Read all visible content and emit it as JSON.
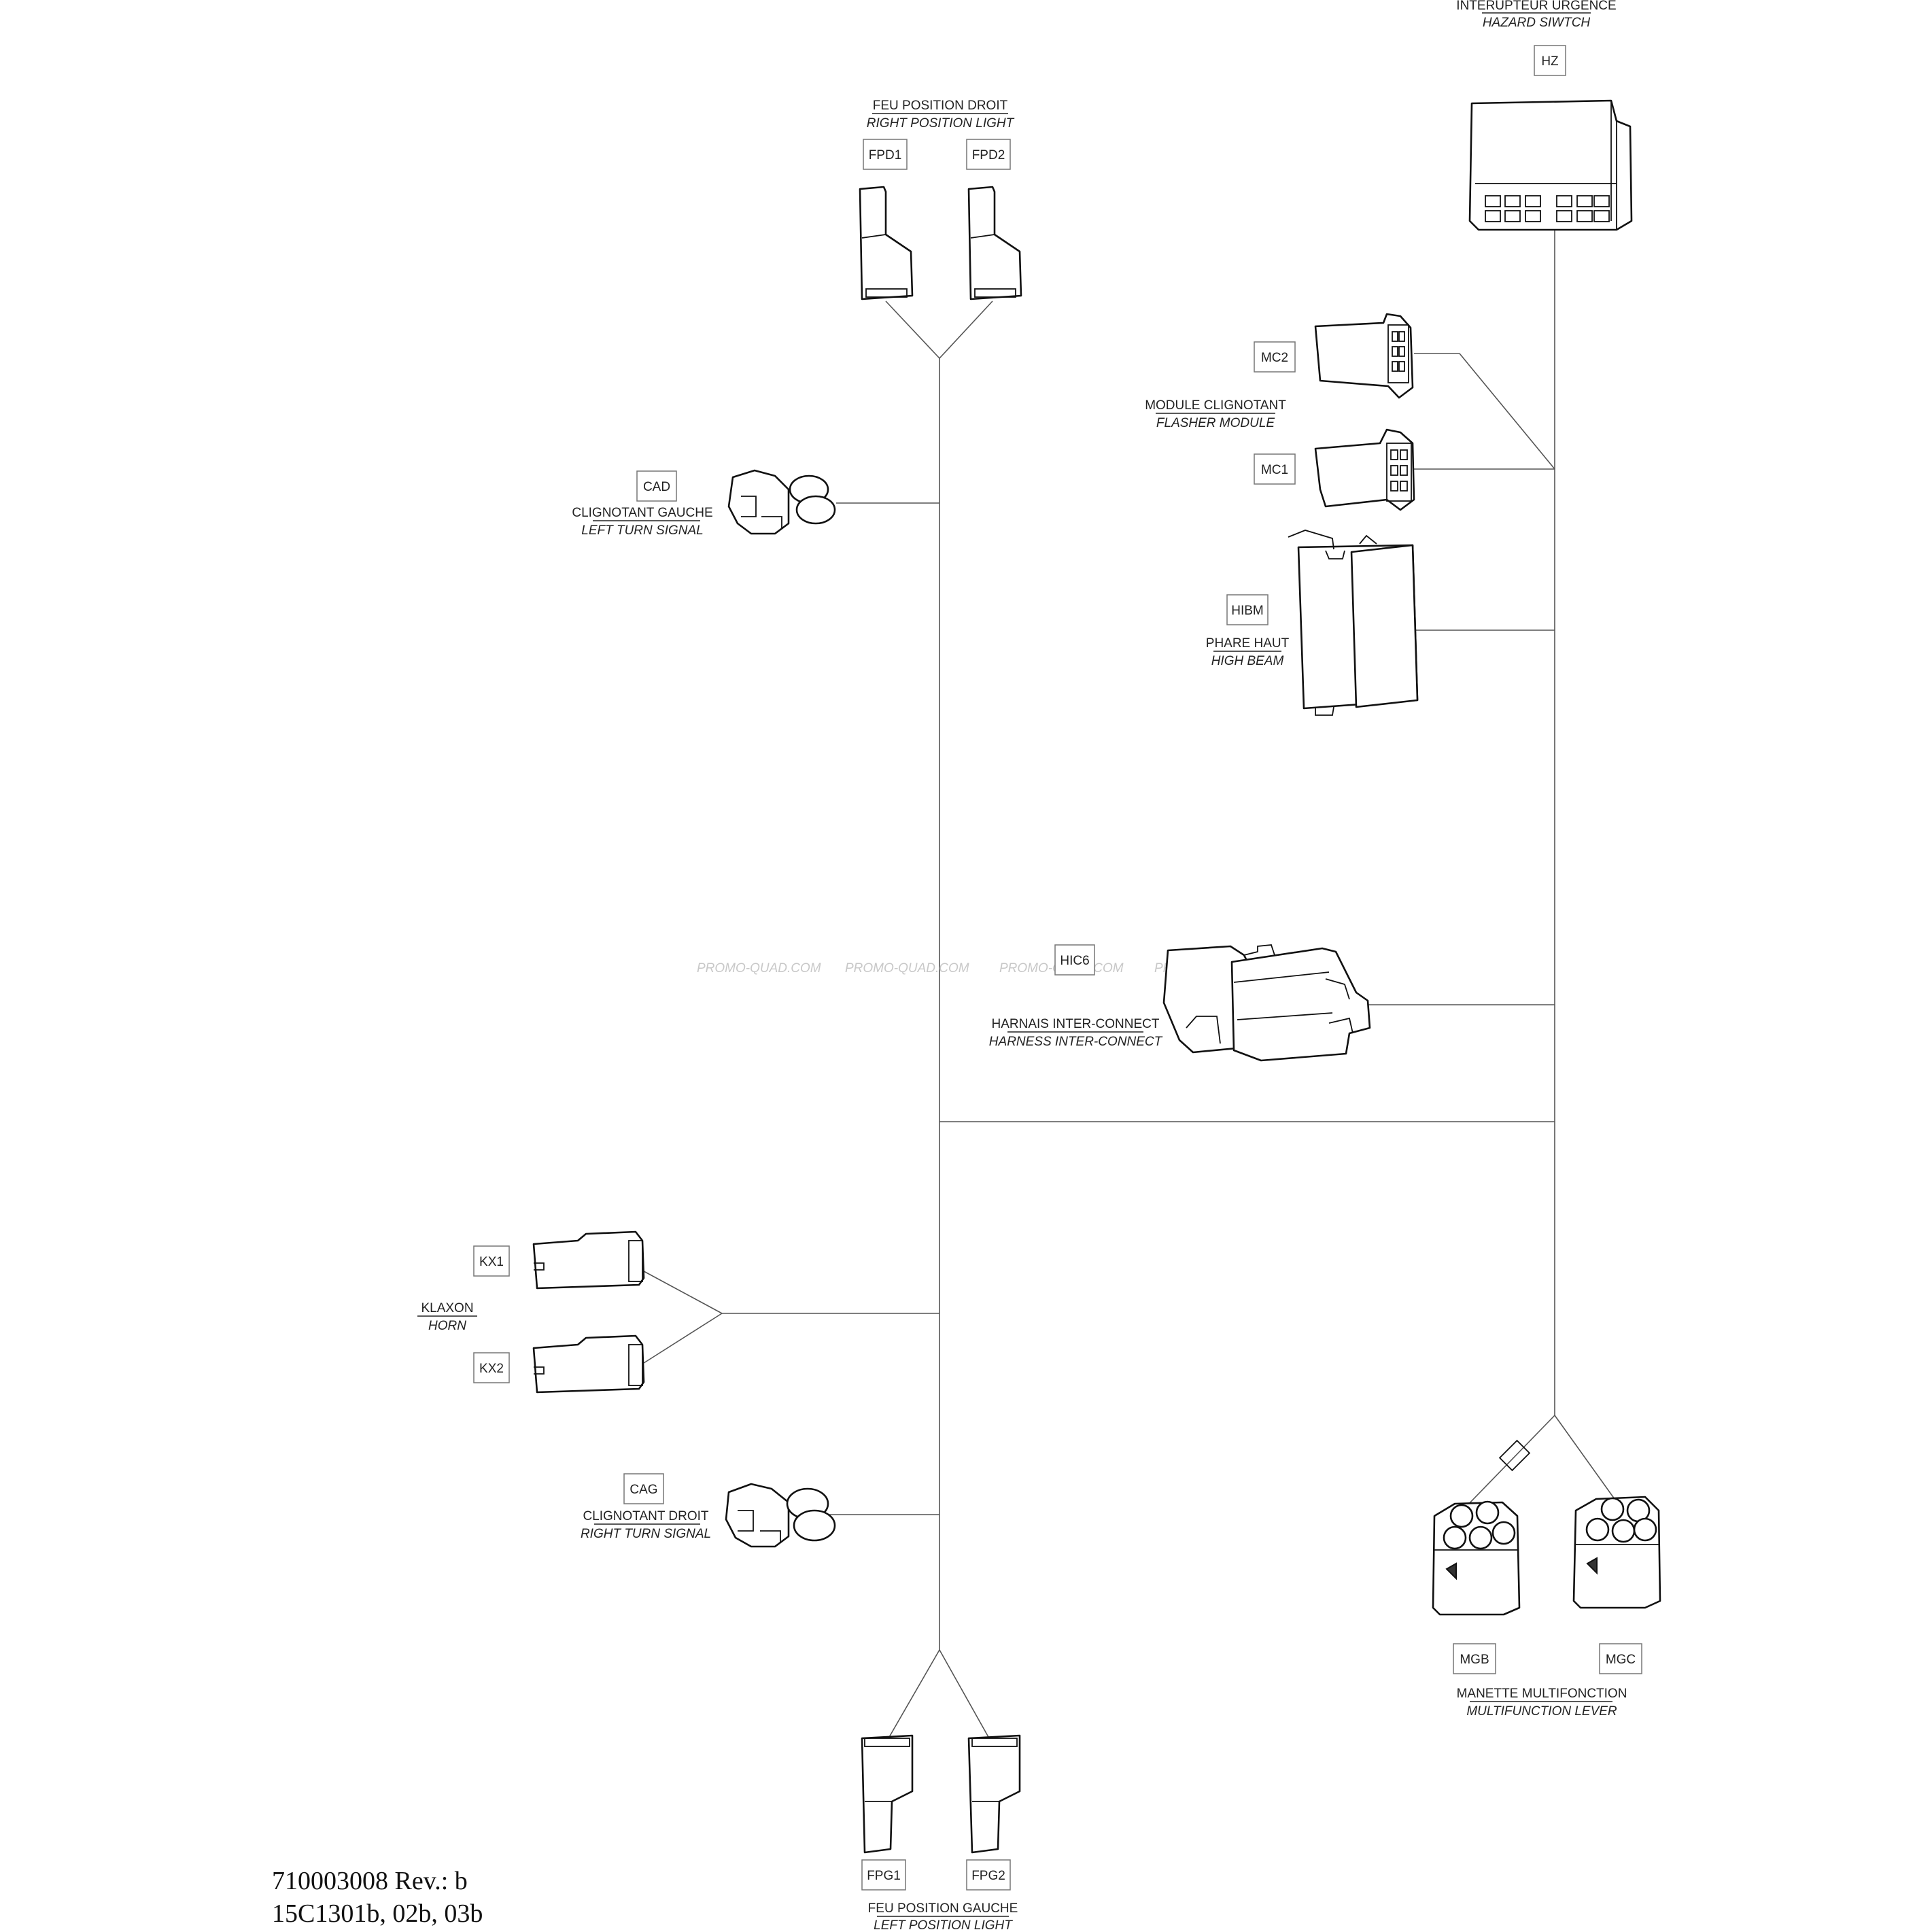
{
  "connectors": {
    "hz": {
      "tag": "HZ",
      "label_fr": "INTERUPTEUR URGENCE",
      "label_en": "HAZARD SIWTCH"
    },
    "fpd": {
      "tag1": "FPD1",
      "tag2": "FPD2",
      "label_fr": "FEU POSITION DROIT",
      "label_en": "RIGHT POSITION LIGHT"
    },
    "mc": {
      "tag1": "MC2",
      "tag2": "MC1",
      "label_fr": "MODULE CLIGNOTANT",
      "label_en": "FLASHER MODULE"
    },
    "cad": {
      "tag": "CAD",
      "label_fr": "CLIGNOTANT GAUCHE",
      "label_en": "LEFT TURN SIGNAL"
    },
    "hibm": {
      "tag": "HIBM",
      "label_fr": "PHARE HAUT",
      "label_en": "HIGH BEAM"
    },
    "hic6": {
      "tag": "HIC6",
      "label_fr": "HARNAIS INTER-CONNECT",
      "label_en": "HARNESS INTER-CONNECT"
    },
    "kx": {
      "tag1": "KX1",
      "tag2": "KX2",
      "label_fr": "KLAXON",
      "label_en": "HORN"
    },
    "cag": {
      "tag": "CAG",
      "label_fr": "CLIGNOTANT DROIT",
      "label_en": "RIGHT TURN SIGNAL"
    },
    "mg": {
      "tag1": "MGB",
      "tag2": "MGC",
      "label_fr": "MANETTE MULTIFONCTION",
      "label_en": "MULTIFUNCTION LEVER"
    },
    "fpg": {
      "tag1": "FPG1",
      "tag2": "FPG2",
      "label_fr": "FEU POSITION GAUCHE",
      "label_en": "LEFT POSITION LIGHT"
    }
  },
  "watermark": {
    "text": "PROMO-QUAD.COM",
    "partial": "PROMO-QU"
  },
  "footer": {
    "part_number": "710003008 Rev.: b",
    "models": "15C1301b, 02b, 03b"
  }
}
